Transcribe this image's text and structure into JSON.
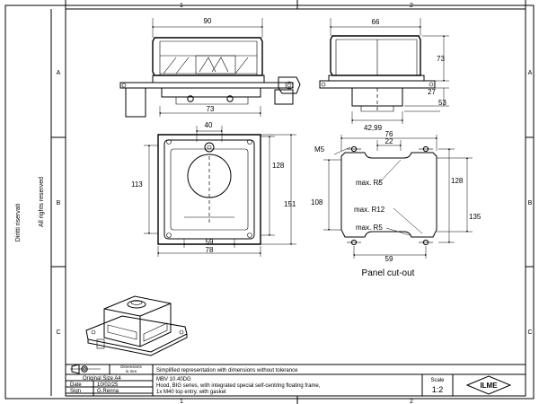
{
  "grid": {
    "columns": [
      "1",
      "2"
    ],
    "rows": [
      "A",
      "B",
      "C"
    ]
  },
  "side_text": {
    "rights": "All rights reserved",
    "rights_it": "Diritti riservati"
  },
  "dimensions": {
    "front_width": "90",
    "front_base": "73",
    "side_width": "66",
    "side_height": "73",
    "side_27": "27",
    "side_53": "53",
    "side_4299": "42,99",
    "frame_40": "40",
    "frame_113": "113",
    "frame_128": "128",
    "frame_151": "151",
    "frame_59": "59",
    "frame_78": "78",
    "cut_m5": "M5",
    "cut_22": "22",
    "cut_76": "76",
    "cut_128": "128",
    "cut_108": "108",
    "cut_135": "135",
    "cut_59": "59",
    "cut_r5_top": "max. R5",
    "cut_r12": "max. R12",
    "cut_r5_bottom": "max. R5"
  },
  "panel_label": "Panel cut-out",
  "title_block": {
    "symbol_caption_1": "Dimensions",
    "symbol_caption_2": "in mm",
    "note": "Simplified representation with dimensions without tolerance",
    "orig_size": "Original Size A4",
    "date_label": "Date",
    "date_value": "10/02/25",
    "sign_label": "Sign",
    "sign_value": "G.Renna",
    "code": "MBV 10.40DG",
    "desc_1": "Hood, BIG series, with integrated special self-centring floating frame,",
    "desc_2": "1x M40 top entry, with gasket",
    "scale_label": "Scale",
    "scale_value": "1:2",
    "logo": "ILME"
  },
  "colors": {
    "line": "#000000",
    "paper": "#ffffff"
  }
}
